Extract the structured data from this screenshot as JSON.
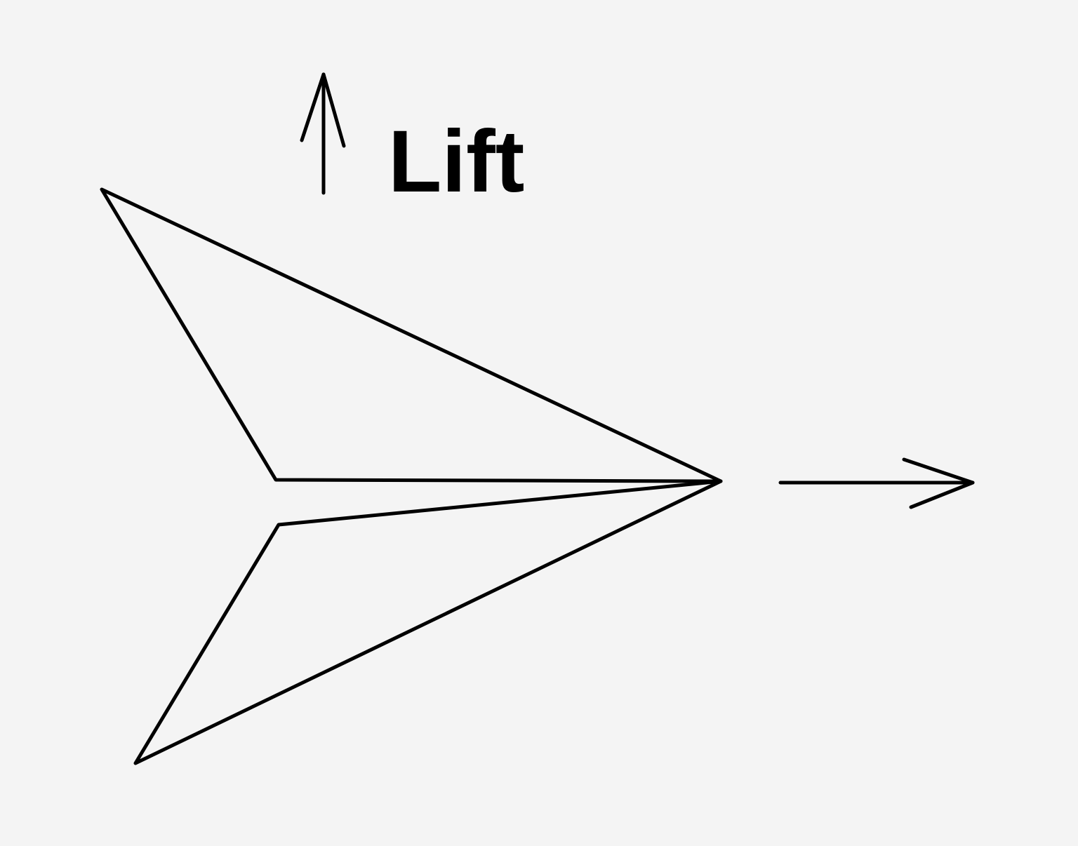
{
  "diagram": {
    "lift_label": "Lift",
    "stroke_color": "#000000",
    "background_color": "#f4f4f4",
    "icons": [
      "lift-arrow-up",
      "thrust-arrow-right",
      "paper-airplane"
    ]
  }
}
